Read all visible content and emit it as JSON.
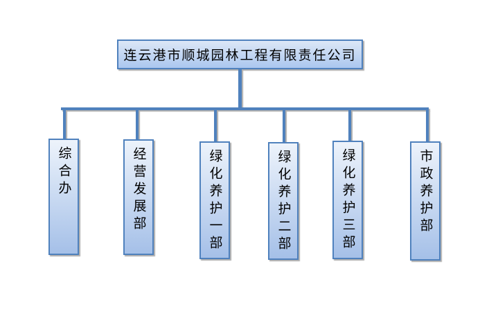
{
  "colors": {
    "stroke": "#4F81BD",
    "fill_top": "#EDF3FB",
    "fill_bottom": "#A5C0E8",
    "fill_top_wide": "#DCE7F6",
    "fill_bottom_wide": "#ABC7EF",
    "shadow": "#ADADAD",
    "text": "#000000",
    "background": "#FFFFFF"
  },
  "chart": {
    "type": "org-chart",
    "root": {
      "label": "连云港市顺城园林工程有限责任公司"
    },
    "departments": [
      {
        "label": "综合办"
      },
      {
        "label": "经营发展部"
      },
      {
        "label": "绿化养护一部"
      },
      {
        "label": "绿化养护二部"
      },
      {
        "label": "绿化养护三部"
      },
      {
        "label": "市政养护部"
      }
    ]
  }
}
